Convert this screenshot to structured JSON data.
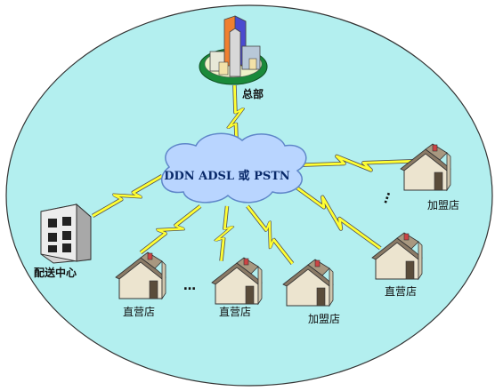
{
  "network_label": "DDN ADSL 或 PSTN",
  "headquarters": {
    "label": "总部",
    "icon": "office-buildings-icon"
  },
  "distribution_center": {
    "label": "配送中心",
    "icon": "warehouse-building-icon"
  },
  "stores": [
    {
      "label": "加盟店",
      "icon": "house-icon"
    },
    {
      "label": "直营店",
      "icon": "house-icon"
    },
    {
      "label": "直营店",
      "icon": "house-icon"
    },
    {
      "label": "直营店",
      "icon": "house-icon"
    },
    {
      "label": "加盟店",
      "icon": "house-icon"
    }
  ],
  "ellipsis": "…",
  "colors": {
    "ellipse_fill": "#b3efef",
    "cloud_fill": "#b9d5ff",
    "cloud_stroke": "#5f86c9",
    "link": "#ffff33",
    "link_edge": "#555555"
  }
}
